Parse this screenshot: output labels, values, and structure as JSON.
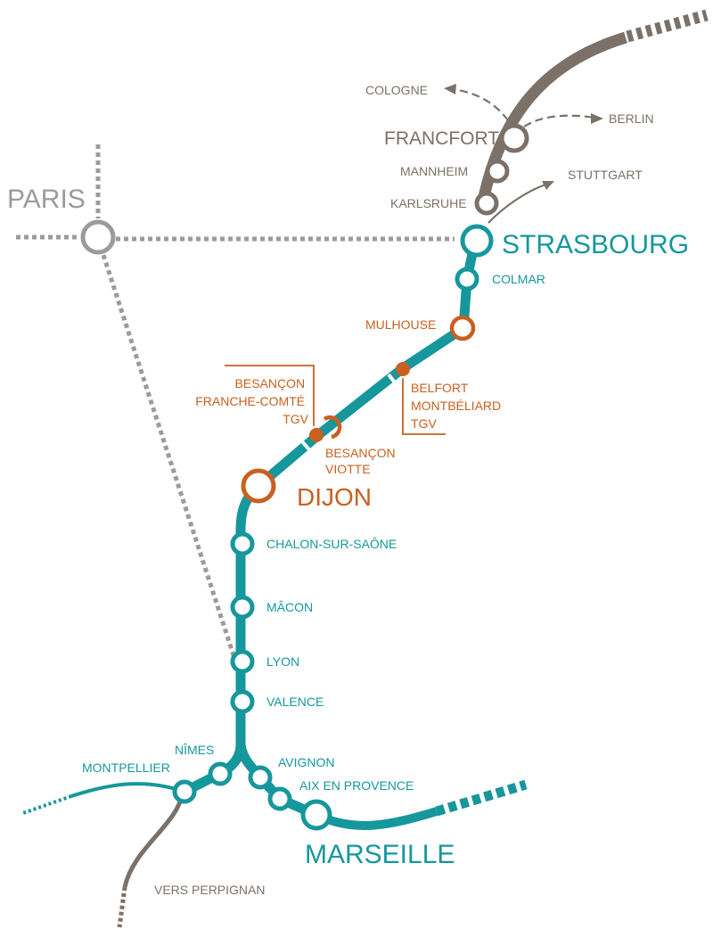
{
  "colors": {
    "teal": "#16979c",
    "brown": "#7b7168",
    "orange": "#c8601f",
    "gray": "#9b9b9b",
    "white": "#ffffff"
  },
  "labels": {
    "paris": "PARIS",
    "cologne": "COLOGNE",
    "francfort": "FRANCFORT",
    "berlin": "BERLIN",
    "mannheim": "MANNHEIM",
    "stuttgart": "STUTTGART",
    "karlsruhe": "KARLSRUHE",
    "strasbourg": "STRASBOURG",
    "colmar": "COLMAR",
    "mulhouse": "MULHOUSE",
    "besancon_tgv": [
      "BESANÇON",
      "FRANCHE-COMTÉ",
      "TGV"
    ],
    "belfort_tgv": [
      "BELFORT",
      "MONTBÉLIARD",
      "TGV"
    ],
    "besancon_viotte": [
      "BESANÇON",
      "VIOTTE"
    ],
    "dijon": "DIJON",
    "chalon": "CHALON-SUR-SAÔNE",
    "macon": "MÂCON",
    "lyon": "LYON",
    "valence": "VALENCE",
    "nimes": "NÎMES",
    "montpellier": "MONTPELLIER",
    "avignon": "AVIGNON",
    "aix": "AIX EN PROVENCE",
    "marseille": "MARSEILLE",
    "perpignan": "VERS PERPIGNAN"
  }
}
